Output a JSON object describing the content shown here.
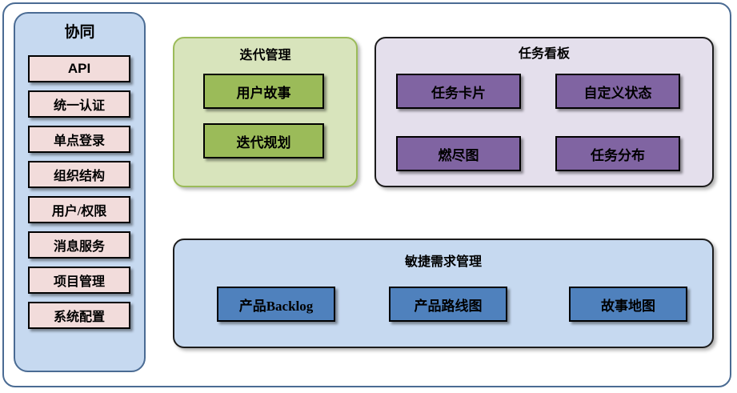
{
  "diagram": {
    "sidebar": {
      "title": "协同",
      "items": [
        {
          "label": "API"
        },
        {
          "label": "统一认证"
        },
        {
          "label": "单点登录"
        },
        {
          "label": "组织结构"
        },
        {
          "label": "用户/权限"
        },
        {
          "label": "消息服务"
        },
        {
          "label": "项目管理"
        },
        {
          "label": "系统配置"
        }
      ]
    },
    "iteration_panel": {
      "title": "迭代管理",
      "items": [
        {
          "label": "用户故事"
        },
        {
          "label": "迭代规划"
        }
      ]
    },
    "taskboard_panel": {
      "title": "任务看板",
      "items": [
        {
          "label": "任务卡片"
        },
        {
          "label": "自定义状态"
        },
        {
          "label": "燃尽图"
        },
        {
          "label": "任务分布"
        }
      ]
    },
    "requirements_panel": {
      "title": "敏捷需求管理",
      "items": [
        {
          "label": "产品Backlog"
        },
        {
          "label": "产品路线图"
        },
        {
          "label": "故事地图"
        }
      ]
    }
  },
  "colors": {
    "frame_border": "#4a6b93",
    "sidebar_bg": "#c6d9f0",
    "sidebar_item_bg": "#f2dcdb",
    "green_panel_bg": "#d8e4bc",
    "green_item_bg": "#9bbb59",
    "purple_panel_bg": "#e4dfec",
    "purple_item_bg": "#8064a2",
    "blue_panel_bg": "#c6d9f0",
    "blue_item_bg": "#4f81bd",
    "node_border": "#000000"
  }
}
